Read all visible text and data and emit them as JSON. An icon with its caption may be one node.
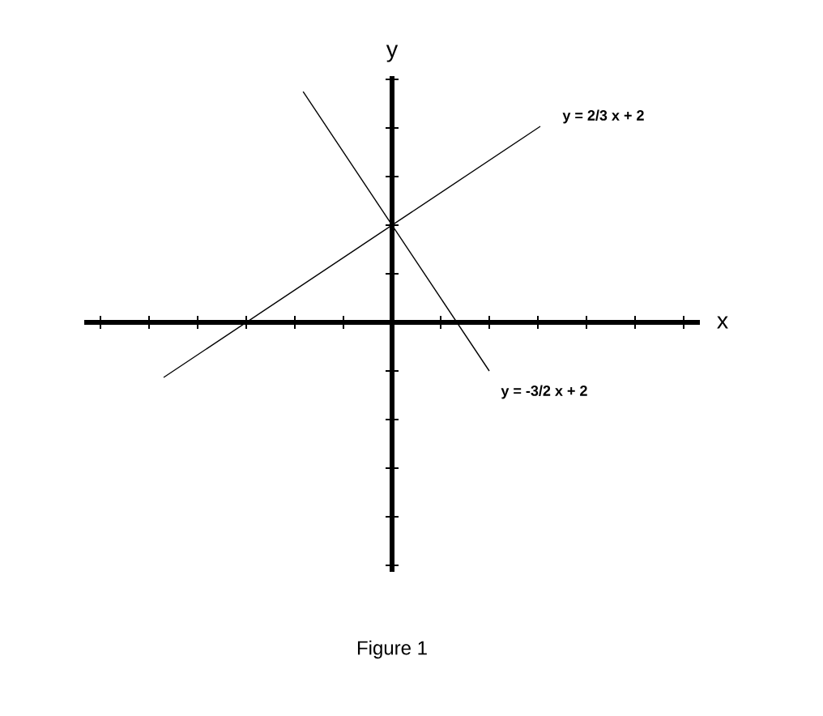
{
  "diagram": {
    "caption": "Figure 1",
    "labels": [
      "y",
      "x",
      "y = 2/3 x + 2",
      "y = -3/2 x + 2"
    ]
  }
}
